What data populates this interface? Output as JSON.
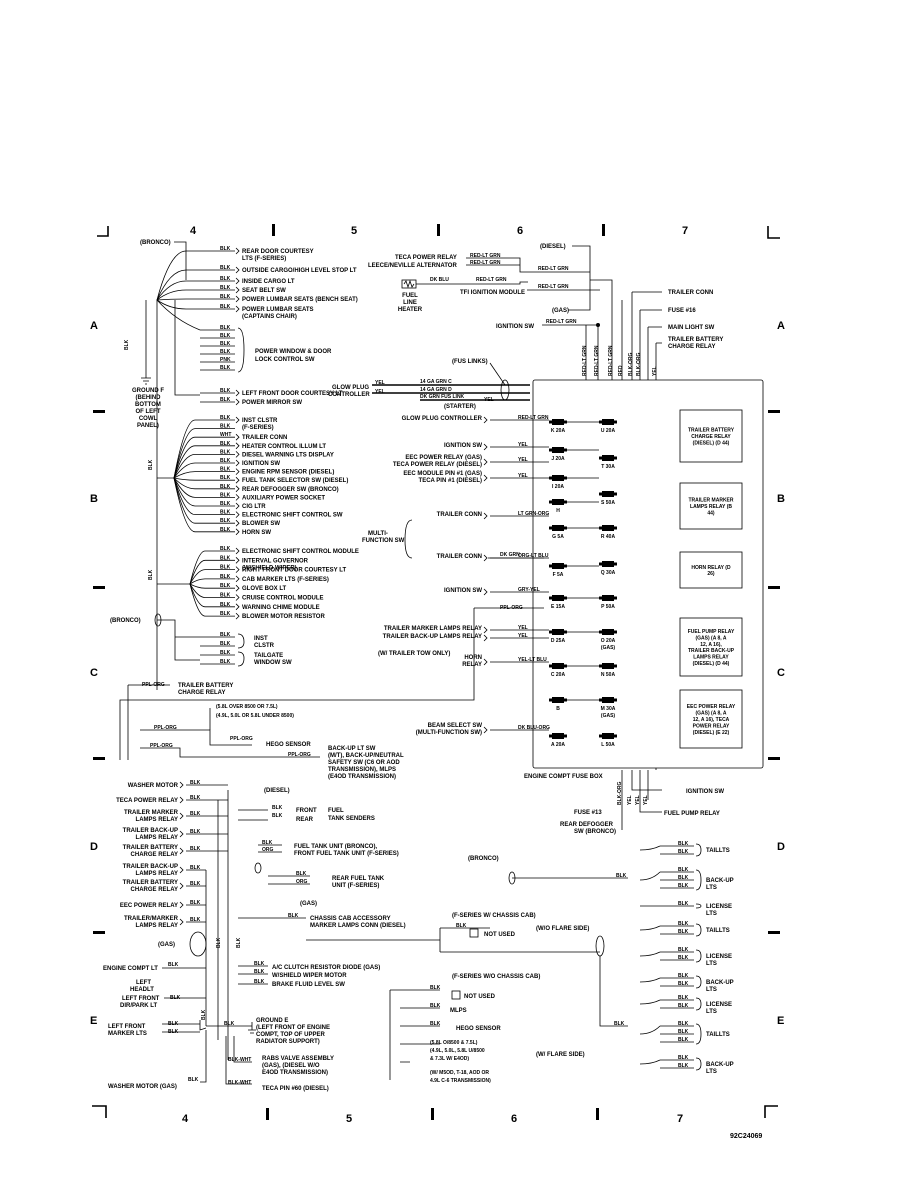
{
  "figure_id": "92C24069",
  "grid": {
    "columns": [
      "4",
      "5",
      "6",
      "7"
    ],
    "rows": [
      "A",
      "B",
      "C",
      "D",
      "E"
    ]
  },
  "top_left": {
    "bronco": "(BRONCO)",
    "items": [
      {
        "wire": "BLK",
        "label": "REAR DOOR COURTESY",
        "label2": "LTS (F-SERIES)"
      },
      {
        "wire": "BLK",
        "label": "OUTSIDE CARGO/HIGH LEVEL STOP LT"
      },
      {
        "wire": "BLK",
        "label": "INSIDE CARGO LT"
      },
      {
        "wire": "BLK",
        "label": "SEAT BELT SW"
      },
      {
        "wire": "BLK",
        "label": "POWER LUMBAR SEATS (BENCH SEAT)"
      },
      {
        "wire": "BLK",
        "label": "POWER LUMBAR SEATS",
        "label2": "(CAPTAINS CHAIR)"
      }
    ],
    "window_wires": [
      "BLK",
      "BLK",
      "BLK",
      "BLK",
      "PNK",
      "BLK"
    ],
    "window_label": "POWER WINDOW & DOOR",
    "window_label2": "LOCK CONTROL SW",
    "door_items": [
      {
        "wire": "BLK",
        "label": "LEFT FRONT DOOR COURTESY LT"
      },
      {
        "wire": "BLK",
        "label": "POWER MIRROR SW"
      }
    ],
    "ground_f": [
      "GROUND F",
      "(BEHIND",
      "BOTTOM",
      "OF LEFT",
      "COWL",
      "PANEL)"
    ],
    "blk": "BLK"
  },
  "left_b": {
    "items": [
      {
        "wire": "BLK",
        "label": "INST CLSTR",
        "label2": "(F-SERIES)"
      },
      {
        "wire": "BLK",
        "label": ""
      },
      {
        "wire": "WHT",
        "label": "TRAILER CONN"
      },
      {
        "wire": "BLK",
        "label": "HEATER CONTROL ILLUM LT"
      },
      {
        "wire": "BLK",
        "label": "DIESEL WARNING LTS DISPLAY"
      },
      {
        "wire": "BLK",
        "label": "IGNITION SW"
      },
      {
        "wire": "BLK",
        "label": "ENGINE RPM SENSOR (DIESEL)"
      },
      {
        "wire": "BLK",
        "label": "FUEL TANK SELECTOR SW (DIESEL)"
      },
      {
        "wire": "BLK",
        "label": "REAR DEFOGGER SW (BRONCO)"
      },
      {
        "wire": "BLK",
        "label": "AUXILIARY POWER SOCKET"
      },
      {
        "wire": "BLK",
        "label": "CIG LTR"
      },
      {
        "wire": "BLK",
        "label": "ELECTRONIC SHIFT CONTROL SW"
      },
      {
        "wire": "BLK",
        "label": "BLOWER SW"
      },
      {
        "wire": "BLK",
        "label": "HORN SW"
      }
    ],
    "items2": [
      {
        "wire": "BLK",
        "label": "ELECTRONIC SHIFT CONTROL MODULE"
      },
      {
        "wire": "BLK",
        "label": "INTERVAL GOVERNOR",
        "label2": "(W/SHIELD WIPER)"
      },
      {
        "wire": "BLK",
        "label": "RIGHT FRONT DOOR COURTESY LT"
      },
      {
        "wire": "BLK",
        "label": "CAB MARKER LTS (F-SERIES)"
      },
      {
        "wire": "BLK",
        "label": "GLOVE BOX LT"
      },
      {
        "wire": "BLK",
        "label": "CRUISE CONTROL MODULE"
      },
      {
        "wire": "BLK",
        "label": "WARNING CHIME MODULE"
      },
      {
        "wire": "BLK",
        "label": "BLOWER MOTOR RESISTOR"
      }
    ],
    "bronco": "(BRONCO)",
    "inst": [
      "BLK",
      "BLK",
      "BLK",
      "BLK"
    ],
    "inst_label": "INST",
    "inst_label2": "CLSTR",
    "tailgate": "TAILGATE",
    "tailgate2": "WINDOW SW"
  },
  "top_right": {
    "diesel": "(DIESEL)",
    "gas": "(GAS)",
    "teca": "TECA POWER RELAY",
    "leece": "LEECE/NEVILLE ALTERNATOR",
    "red_lt_grn": "RED-LT GRN",
    "dk_blu": "DK BLU",
    "fuel_line": [
      "FUEL",
      "LINE",
      "HEATER"
    ],
    "tfi": "TFI IGNITION MODULE",
    "trailer_conn": "TRAILER CONN",
    "fuse16": "FUSE #16",
    "main_light": "MAIN LIGHT SW",
    "trailer_batt": "TRAILER BATTERY",
    "trailer_batt2": "CHARGE RELAY",
    "ignition_sw": "IGNITION SW",
    "fus_links": "(FUS LINKS)",
    "glow": "GLOW PLUG",
    "glow2": "CONTROLLER",
    "yel": "YEL",
    "ga_c": "14 GA GRN C",
    "ga_d": "14 GA GRN D",
    "dk_grn": "DK GRN FUS LINK",
    "starter": "(STARTER)",
    "vertical_wires": [
      "RED-LT GRN",
      "RED-LT GRN",
      "RED-LT GRN",
      "RED",
      "BLK-ORG",
      "BLK-ORG",
      "YEL"
    ]
  },
  "fuse_box": {
    "title": "ENGINE COMPT FUSE BOX",
    "left_fuses": [
      "K 20A",
      "J 20A",
      "I 20A",
      "H",
      "G 5A",
      "F 5A",
      "E 15A",
      "D 25A",
      "C 20A",
      "B",
      "A 20A"
    ],
    "right_fuses": [
      "U 20A",
      "T 30A",
      "S 50A",
      "R 40A",
      "Q 30A",
      "P 50A",
      "O 20A",
      "N 50A",
      "M 30A",
      "L 50A"
    ],
    "right_fuse_notes": {
      "O 20A": "(GAS)",
      "M 30A": "(GAS)"
    },
    "relays": [
      {
        "title": "TRAILER BATTERY CHARGE RELAY (DIESEL)",
        "code": "(D 44)"
      },
      {
        "title": "TRAILER MARKER LAMPS RELAY",
        "code": "(B 44)"
      },
      {
        "title": "HORN RELAY",
        "code": "(D 26)"
      },
      {
        "title": "FUEL PUMP RELAY (GAS) (A 8, A 12, A 16), TRAILER BACK-UP LAMPS RELAY (DIESEL)",
        "code": "(D 44)"
      },
      {
        "title": "EEC POWER RELAY (GAS) (A 8, A 12, A 16), TECA POWER RELAY (DIESEL)",
        "code": "(E 22)"
      }
    ],
    "inputs": [
      {
        "label": "GLOW PLUG CONTROLLER",
        "wire": "RED-LT GRN"
      },
      {
        "label": "IGNITION SW",
        "wire": "YEL"
      },
      {
        "label": "EEC POWER RELAY (GAS)",
        "label2": "TECA POWER RELAY (DIESEL)",
        "wire": "YEL"
      },
      {
        "label": "EEC MODULE PIN #1 (GAS)",
        "label2": "TECA PIN #1 (DIESEL)",
        "wire": "YEL"
      },
      {
        "label": "TRAILER CONN",
        "wire": "LT GRN-ORG"
      },
      {
        "label": "TRAILER CONN",
        "wire": "ORG-LT BLU"
      },
      {
        "label": "IGNITION SW",
        "wire": "GRY-YEL"
      },
      {
        "label": "TRAILER MARKER LAMPS RELAY",
        "wire": "YEL"
      },
      {
        "label": "TRAILER BACK-UP LAMPS RELAY",
        "wire": "YEL"
      },
      {
        "label": "HORN",
        "label2": "RELAY",
        "wire": "YEL-LT BLU"
      },
      {
        "label": "BEAM SELECT SW",
        "label2": "(MULTI-FUNCTION SW)",
        "wire": "DK BLU-ORG"
      }
    ],
    "multi": "MULTI-",
    "multi2": "FUNCTION SW",
    "wire_yel": "YEL",
    "wire_dk_grn": "DK GRN",
    "wire_ppl_org": "PPL-ORG",
    "tow": "(W/ TRAILER TOW ONLY)"
  },
  "fuse_box_outputs": {
    "ignition_sw": "IGNITION SW",
    "fuse13": "FUSE #13",
    "rear_defogger": "REAR DEFOGGER",
    "rear_defogger2": "SW (BRONCO)",
    "fuel_pump": "FUEL PUMP RELAY",
    "wires": [
      "BLK-ORG",
      "YEL",
      "YEL",
      "YEL"
    ]
  },
  "left_c": {
    "ppl_org": "PPL-ORG",
    "trailer_batt": "TRAILER BATTERY",
    "trailer_batt2": "CHARGE RELAY",
    "engines": [
      "(5.8L OVER 8500 OR 7.5L)",
      "(4.9L, 5.0L OR 5.8L UNDER 8500)"
    ],
    "hego": "HEGO SENSOR",
    "backup": [
      "BACK-UP LT SW",
      "(M/T), BACK-UP/NEUTRAL",
      "SAFETY SW (C6 OR AOD",
      "TRANSMISSION), MLPS",
      "(E4OD TRANSMISSION)"
    ]
  },
  "bottom_left": {
    "items": [
      {
        "label": "WASHER MOTOR",
        "wire": "BLK"
      },
      {
        "label": "TECA POWER RELAY",
        "wire": "BLK"
      },
      {
        "label": "TRAILER MARKER",
        "label2": "LAMPS RELAY",
        "wire": "BLK"
      },
      {
        "label": "TRAILER BACK-UP",
        "label2": "LAMPS RELAY",
        "wire": "BLK"
      },
      {
        "label": "TRAILER BATTERY",
        "label2": "CHARGE RELAY",
        "wire": "BLK"
      },
      {
        "label": "TRAILER BACK-UP",
        "label2": "LAMPS RELAY",
        "wire": "BLK"
      },
      {
        "label": "TRAILER BATTERY",
        "label2": "CHARGE RELAY",
        "wire": "BLK"
      },
      {
        "label": "EEC POWER RELAY",
        "wire": "BLK"
      },
      {
        "label": "TRAILER/MARKER",
        "label2": "LAMPS RELAY",
        "wire": "BLK"
      }
    ],
    "gas": "(GAS)",
    "diesel": "(DIESEL)",
    "engine_compt": "ENGINE COMPT LT",
    "left_headlt": "LEFT",
    "left_headlt2": "HEADLT",
    "left_front_dir": "LEFT FRONT",
    "left_front_dir2": "DIR/PARK LT",
    "left_front_marker": "LEFT FRONT",
    "left_front_marker2": "MARKER LTS",
    "washer_gas": "WASHER MOTOR (GAS)",
    "blk": "BLK"
  },
  "bottom_center": {
    "front": "FRONT",
    "rear": "REAR",
    "fuel_tank_senders": "FUEL",
    "fuel_tank_senders2": "TANK SENDERS",
    "fuel_tank_unit": "FUEL TANK UNIT (BRONCO),",
    "fuel_tank_unit2": "FRONT FUEL TANK UNIT (F-SERIES)",
    "blk": "BLK",
    "org": "ORG",
    "rear_fuel": "REAR FUEL TANK",
    "rear_fuel2": "UNIT (F-SERIES)",
    "gas": "(GAS)",
    "chassis": "CHASSIS CAB ACCESSORY",
    "chassis2": "MARKER LAMPS CONN (DIESEL)",
    "ac": "A/C CLUTCH RESISTOR DIODE (GAS)",
    "wiper": "W/SHIELD WIPER MOTOR",
    "brake": "BRAKE FLUID LEVEL SW",
    "ground_e": [
      "GROUND E",
      "(LEFT FRONT OF ENGINE",
      "COMPT, TOP OF UPPER",
      "RADIATOR SUPPORT)"
    ],
    "rabs": [
      "RABS VALVE ASSEMBLY",
      "(GAS), (DIESEL W/O",
      "E4OD TRANSMISSION)"
    ],
    "blk_wht": "BLK-WHT",
    "teca60": "TECA PIN #60 (DIESEL)"
  },
  "bottom_right": {
    "bronco": "(BRONCO)",
    "fseries_chassis": "(F-SERIES W/ CHASSIS CAB)",
    "fseries_wo": "(F-SERIES W/O CHASSIS CAB)",
    "not_used": "NOT USED",
    "wo_flare": "(W/O FLARE SIDE)",
    "w_flare": "(W/ FLARE SIDE)",
    "tailts": "TAILLTS",
    "backup": "BACK-UP",
    "lts": "LTS",
    "license": "LICENSE",
    "mlps": "MLPS",
    "hego": "HEGO SENSOR",
    "engines": [
      "(5.8L O/8500 & 7.5L)",
      "(4.9L, 5.0L, 5.8L U/8500",
      "& 7.3L W/ E4OD)",
      "(W/ M5OD, T-18, AOD OR",
      "4.9L C-6 TRANSMISSION)"
    ],
    "blk": "BLK"
  }
}
